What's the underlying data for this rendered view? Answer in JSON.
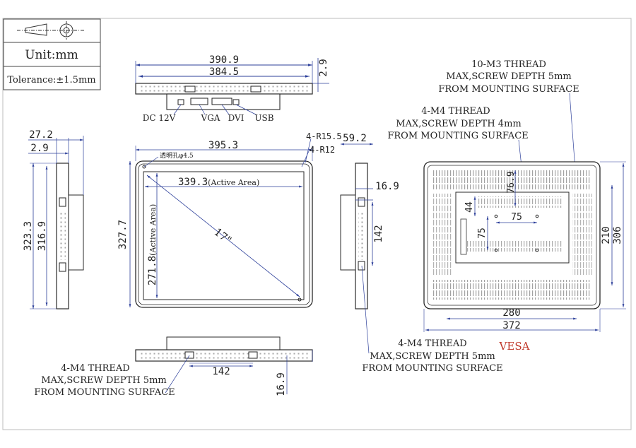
{
  "title_block": {
    "unit": "Unit:mm",
    "tolerance": "Tolerance:±1.5mm"
  },
  "top_view": {
    "width_outer": "390.9",
    "width_inner": "384.5",
    "depth": "2.9",
    "connectors": {
      "dc": "DC 12V",
      "vga": "VGA",
      "dvi": "DVI",
      "usb": "USB"
    }
  },
  "side_left": {
    "depth_total": "27.2",
    "bezel_depth": "2.9",
    "height_outer": "323.3",
    "height_inner": "316.9"
  },
  "front_view": {
    "width": "395.3",
    "radius_outer": "4-R15.5",
    "radius_inner": "4-R12",
    "active_width": "339.3",
    "active_width_label": "(Active Area)",
    "active_height": "271.8",
    "active_height_label": "(Active Area)",
    "height": "327.7",
    "diagonal": "17\"",
    "hole_label": "透明孔φ4.5"
  },
  "side_right": {
    "depth": "59.2",
    "offset": "16.9",
    "spacing": "142"
  },
  "bottom_view": {
    "thread_note": [
      "4-M4 THREAD",
      "MAX,SCREW DEPTH 5mm",
      "FROM MOUNTING SURFACE"
    ],
    "spacing": "142",
    "offset": "16.9"
  },
  "side_thread_note": [
    "4-M4 THREAD",
    "MAX,SCREW DEPTH 5mm",
    "FROM MOUNTING SURFACE"
  ],
  "rear_view": {
    "m3_note": [
      "10-M3 THREAD",
      "MAX,SCREW DEPTH 5mm",
      "FROM MOUNTING SURFACE"
    ],
    "m4_note": [
      "4-M4 THREAD",
      "MAX,SCREW DEPTH 4mm",
      "FROM MOUNTING SURFACE"
    ],
    "vesa_v1": "76.9",
    "vesa_v2": "44",
    "vesa_h": "75",
    "vesa_v3": "75",
    "height_inner": "210",
    "height_outer": "306",
    "width_inner": "280",
    "width_outer": "372",
    "vesa_label": "VESA"
  },
  "colors": {
    "line": "#2a2a2a",
    "dim": "#2c3f9a",
    "vesa": "#c0392b",
    "border": "#bdbdbd"
  }
}
